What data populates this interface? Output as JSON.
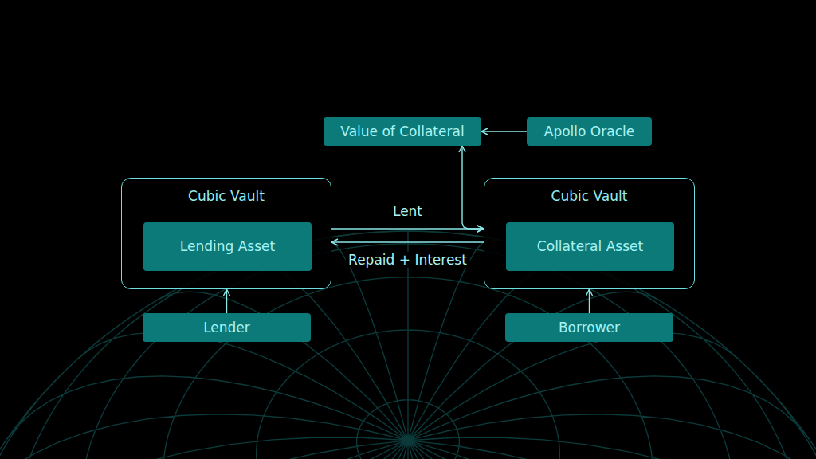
{
  "diagram": {
    "nodes": [
      {
        "text": [
          "Value of Collateral"
        ]
      },
      {
        "text": [
          "Apollo Oracle"
        ]
      },
      {
        "text": [
          "Cubic Vault"
        ]
      },
      {
        "text": [
          "Lending Asset"
        ],
        "in": 2
      },
      {
        "text": [
          "Cubic Vault"
        ]
      },
      {
        "text": [
          "Collateral Asset"
        ],
        "in": 4
      },
      {
        "text": [
          "Lender"
        ]
      },
      {
        "text": [
          "Borrower"
        ]
      }
    ],
    "edges": [
      {
        "from": 1,
        "to": 0,
        "arrow": "to"
      },
      {
        "from": 0,
        "to": 4,
        "arrow": "both"
      },
      {
        "from": 2,
        "to": 4,
        "label": "Lent",
        "arrow": "to"
      },
      {
        "from": 4,
        "to": 2,
        "label": "Repaid + Interest",
        "arrow": "to"
      },
      {
        "from": 6,
        "to": 2,
        "arrow": "to"
      },
      {
        "from": 7,
        "to": 4,
        "arrow": "to"
      }
    ]
  }
}
